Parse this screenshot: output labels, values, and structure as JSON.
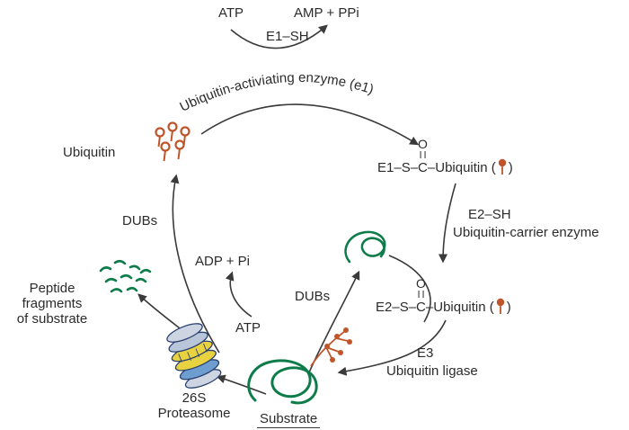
{
  "top": {
    "atp": "ATP",
    "amp_ppi": "AMP + PPi",
    "e1_sh": "E1–SH"
  },
  "arc": {
    "label": "Ubiquitin-activiating enzyme (e1)"
  },
  "complexes": {
    "e1": {
      "prefix": "E1–S–",
      "carbon": "C",
      "oxygen": "O",
      "suffix": "–Ubiquitin (",
      "close": ")"
    },
    "e2": {
      "prefix": "E2–S–",
      "carbon": "C",
      "oxygen": "O",
      "suffix": "–Ubiquitin (",
      "close": ")"
    }
  },
  "steps": {
    "e2": {
      "line1": "E2–SH",
      "line2": "Ubiquitin-carrier enzyme"
    },
    "e3": {
      "line1": "E3",
      "line2": "Ubiquitin ligase"
    }
  },
  "labels": {
    "ubiquitin": "Ubiquitin",
    "dubs_left": "DUBs",
    "dubs_center": "DUBs",
    "adp_pi": "ADP + Pi",
    "atp": "ATP",
    "peptide": [
      "Peptide",
      "fragments",
      "of substrate"
    ],
    "proteasome": [
      "26S",
      "Proteasome"
    ],
    "substrate": "Substrate"
  },
  "icons": {
    "ubiquitin_unit": "lollipop-icon",
    "ubiquitin_pool": "lollipop-cluster-icon",
    "polyubiquitin": "branched-lollipop-chain-icon",
    "substrate": "protein-tangle-icon",
    "released_substrate": "small-protein-tangle-icon",
    "peptide_fragments": "peptide-squiggles-icon",
    "proteasome": "barrel-stack-icon"
  },
  "colors": {
    "ubiquitin_orange": "#c0552b",
    "substrate_green": "#0e7c4a",
    "arrow": "#3a3a3a",
    "text": "#2b2b2b",
    "proteasome_yellow": "#e9d23f",
    "proteasome_blue": "#6d9ecf",
    "proteasome_gray": "#cdd5e3",
    "proteasome_outline": "#2a4170"
  }
}
